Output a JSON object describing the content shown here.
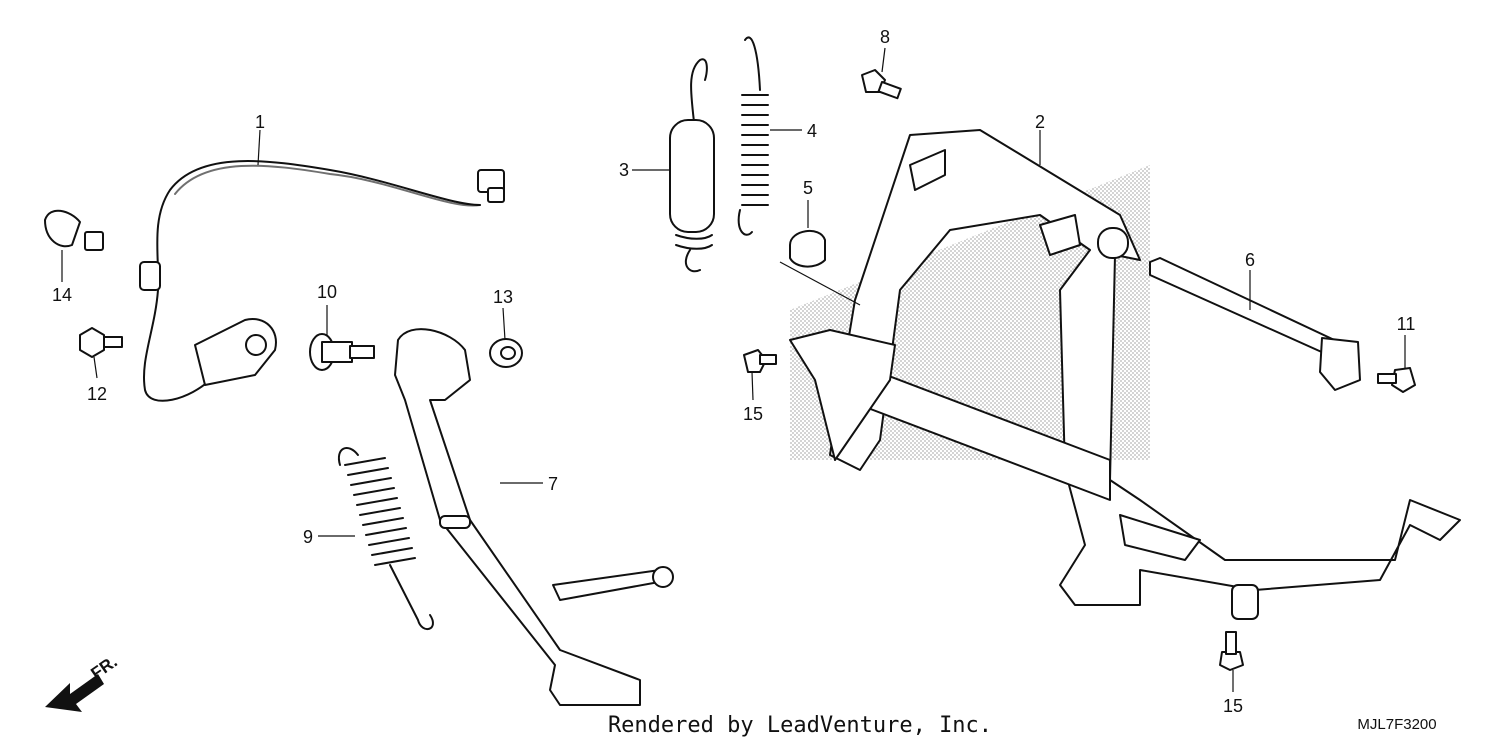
{
  "callouts": [
    {
      "id": "1",
      "label": "1"
    },
    {
      "id": "2",
      "label": "2"
    },
    {
      "id": "3",
      "label": "3"
    },
    {
      "id": "4",
      "label": "4"
    },
    {
      "id": "5",
      "label": "5"
    },
    {
      "id": "6",
      "label": "6"
    },
    {
      "id": "7",
      "label": "7"
    },
    {
      "id": "8",
      "label": "8"
    },
    {
      "id": "9",
      "label": "9"
    },
    {
      "id": "10",
      "label": "10"
    },
    {
      "id": "11",
      "label": "11"
    },
    {
      "id": "12",
      "label": "12"
    },
    {
      "id": "13",
      "label": "13"
    },
    {
      "id": "14",
      "label": "14"
    },
    {
      "id": "15a",
      "label": "15"
    },
    {
      "id": "15b",
      "label": "15"
    }
  ],
  "direction_label": "FR.",
  "footer_text": "Rendered by LeadVenture, Inc.",
  "diagram_code": "MJL7F3200"
}
